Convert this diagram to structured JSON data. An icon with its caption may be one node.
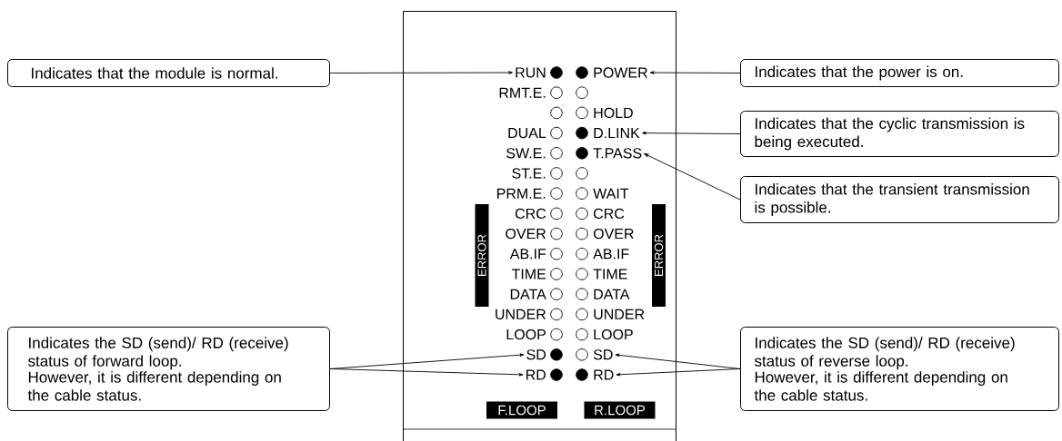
{
  "diagram": {
    "nodes": [
      {
        "text": [
          "Indicates that the module is normal."
        ]
      },
      {
        "text": [],
        "shape": "box"
      },
      {
        "text": [
          "RUN"
        ],
        "in": 1
      },
      {
        "text": [
          "POWER"
        ],
        "in": 1
      },
      {
        "text": [
          "Indicates that the power is on."
        ]
      },
      {
        "text": [
          "D.LINK"
        ],
        "in": 1
      },
      {
        "text": [
          "Indicates that the cyclic transmission is being executed."
        ]
      },
      {
        "text": [
          "T.PASS"
        ],
        "in": 1
      },
      {
        "text": [
          "Indicates that the transient transmission is possible."
        ]
      },
      {
        "text": [
          "ERROR"
        ],
        "in": 1
      },
      {
        "text": [
          "ERROR"
        ],
        "in": 1
      },
      {
        "text": [
          "Indicates the SD (send)/ RD (receive) status of forward loop.",
          "However, it is different depending on the cable status."
        ]
      },
      {
        "text": [
          "SD"
        ],
        "in": 1
      },
      {
        "text": [
          "SD"
        ],
        "in": 1
      },
      {
        "text": [
          "Indicates the SD (send)/ RD (receive) status of reverse loop.",
          "However, it is different depending on the cable status."
        ]
      },
      {
        "text": [
          "RD"
        ],
        "in": 1
      },
      {
        "text": [
          "RD"
        ],
        "in": 1
      },
      {
        "text": [
          "F.LOOP"
        ],
        "in": 1
      },
      {
        "text": [
          "R.LOOP"
        ],
        "in": 1
      }
    ],
    "edges": [
      {
        "from": 0,
        "to": 2,
        "arrow": "to"
      },
      {
        "from": 4,
        "to": 3,
        "arrow": "to"
      },
      {
        "from": 6,
        "to": 5,
        "arrow": "to"
      },
      {
        "from": 8,
        "to": 7,
        "arrow": "to"
      },
      {
        "from": 11,
        "to": 12,
        "arrow": "to"
      },
      {
        "from": 11,
        "to": 15,
        "arrow": "to"
      },
      {
        "from": 14,
        "to": 13,
        "arrow": "to"
      },
      {
        "from": 14,
        "to": 16,
        "arrow": "to"
      }
    ],
    "labels": [
      "RMT.E.",
      "HOLD",
      "DUAL",
      "SW.E.",
      "ST.E.",
      "PRM.E.",
      "WAIT",
      "CRC",
      "CRC",
      "OVER",
      "OVER",
      "AB.IF",
      "AB.IF",
      "TIME",
      "TIME",
      "DATA",
      "DATA",
      "UNDER",
      "UNDER",
      "LOOP",
      "LOOP"
    ]
  }
}
